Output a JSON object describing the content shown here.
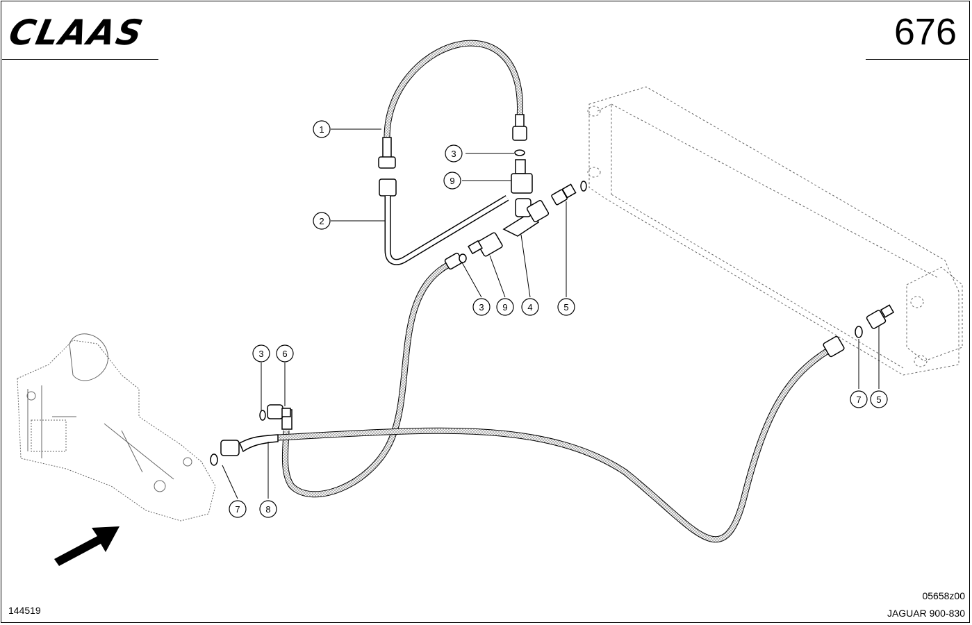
{
  "header": {
    "brand": "CLAAS",
    "page_number": "676"
  },
  "footer": {
    "left_code": "144519",
    "drawing_code": "05658z00",
    "model": "JAGUAR 900-830"
  },
  "callouts": [
    {
      "label": "1"
    },
    {
      "label": "2"
    },
    {
      "label": "3"
    },
    {
      "label": "9"
    },
    {
      "label": "3"
    },
    {
      "label": "9"
    },
    {
      "label": "4"
    },
    {
      "label": "5"
    },
    {
      "label": "3"
    },
    {
      "label": "6"
    },
    {
      "label": "7"
    },
    {
      "label": "8"
    },
    {
      "label": "7"
    },
    {
      "label": "5"
    }
  ],
  "colors": {
    "line": "#000000",
    "dashed": "#555555",
    "background": "#ffffff"
  }
}
